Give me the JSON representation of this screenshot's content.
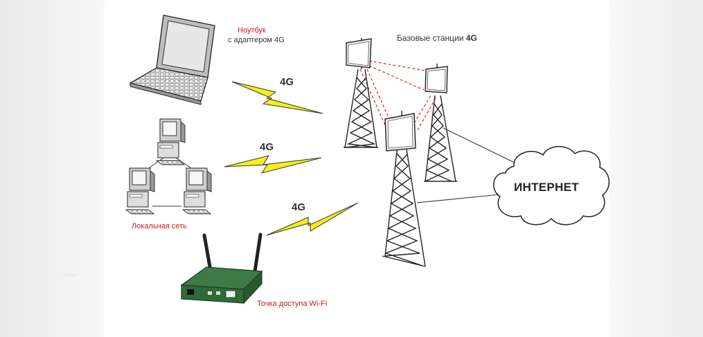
{
  "labels": {
    "laptop_line1": "Ноутбук",
    "laptop_line2": "с адаптером 4G",
    "base_stations": "Базовые станции",
    "base_stations_suffix": "4G",
    "lan": "Локальная сеть",
    "wifi": "Точка доступа Wi-Fi",
    "internet": "ИНТЕРНЕТ",
    "link_top": "4G",
    "link_mid": "4G",
    "link_bottom": "4G"
  },
  "colors": {
    "label_red": "#d8141a",
    "bolt_yellow": "#f4ee1a",
    "router_green": "#2f6b3a",
    "radio_link": "#d8141a"
  },
  "icons": [
    "laptop-icon",
    "desktop-computer-icon",
    "cell-tower-icon",
    "wifi-router-icon",
    "cloud-icon",
    "lightning-bolt-icon"
  ]
}
